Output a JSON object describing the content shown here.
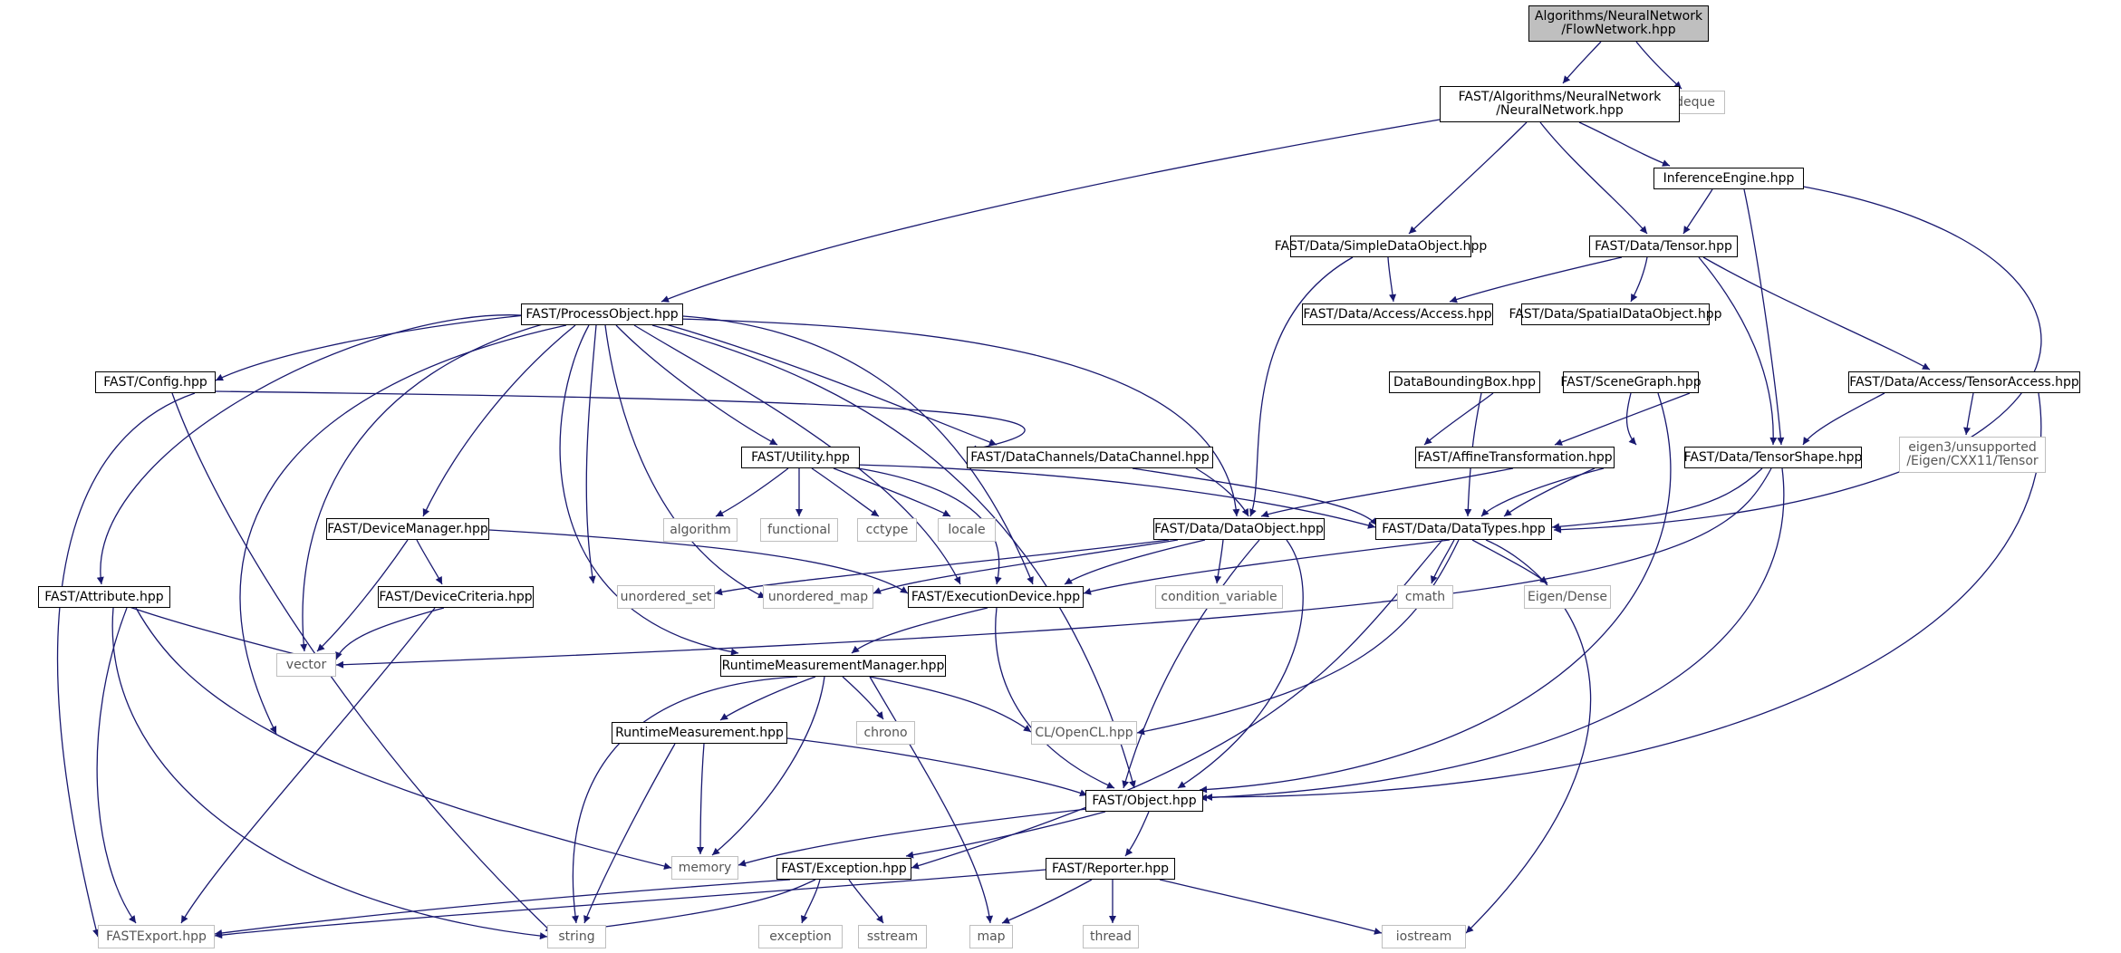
{
  "colors": {
    "edge": "#191970",
    "node_border": "#000000",
    "external_border": "#bfbfbf",
    "root_fill": "#bfbfbf"
  },
  "nodes": {
    "FlowNetwork": "Algorithms/NeuralNetwork\n/FlowNetwork.hpp",
    "deque": "deque",
    "NeuralNetwork": "FAST/Algorithms/NeuralNetwork\n/NeuralNetwork.hpp",
    "InferenceEngine": "InferenceEngine.hpp",
    "SimpleDataObject": "FAST/Data/SimpleDataObject.hpp",
    "Tensor": "FAST/Data/Tensor.hpp",
    "ProcessObject": "FAST/ProcessObject.hpp",
    "Access": "FAST/Data/Access/Access.hpp",
    "SpatialDataObject": "FAST/Data/SpatialDataObject.hpp",
    "Config": "FAST/Config.hpp",
    "DataBoundingBox": "DataBoundingBox.hpp",
    "SceneGraph": "FAST/SceneGraph.hpp",
    "TensorAccess": "FAST/Data/Access/TensorAccess.hpp",
    "Utility": "FAST/Utility.hpp",
    "DataChannel": "FAST/DataChannels/DataChannel.hpp",
    "AffineTransformation": "FAST/AffineTransformation.hpp",
    "TensorShape": "FAST/Data/TensorShape.hpp",
    "EigenTensor": "eigen3/unsupported\n/Eigen/CXX11/Tensor",
    "algorithm": "algorithm",
    "functional": "functional",
    "cctype": "cctype",
    "locale": "locale",
    "DeviceManager": "FAST/DeviceManager.hpp",
    "DataObject": "FAST/Data/DataObject.hpp",
    "DataTypes": "FAST/Data/DataTypes.hpp",
    "Attribute": "FAST/Attribute.hpp",
    "DeviceCriteria": "FAST/DeviceCriteria.hpp",
    "unordered_set": "unordered_set",
    "unordered_map": "unordered_map",
    "ExecutionDevice": "FAST/ExecutionDevice.hpp",
    "condition_variable": "condition_variable",
    "cmath": "cmath",
    "EigenDense": "Eigen/Dense",
    "vector": "vector",
    "RuntimeMeasurementManager": "RuntimeMeasurementManager.hpp",
    "RuntimeMeasurement": "RuntimeMeasurement.hpp",
    "chrono": "chrono",
    "OpenCL": "CL/OpenCL.hpp",
    "Object": "FAST/Object.hpp",
    "memory": "memory",
    "Exception": "FAST/Exception.hpp",
    "Reporter": "FAST/Reporter.hpp",
    "FASTExport": "FASTExport.hpp",
    "string": "string",
    "exception": "exception",
    "sstream": "sstream",
    "map": "map",
    "thread": "thread",
    "iostream": "iostream"
  }
}
